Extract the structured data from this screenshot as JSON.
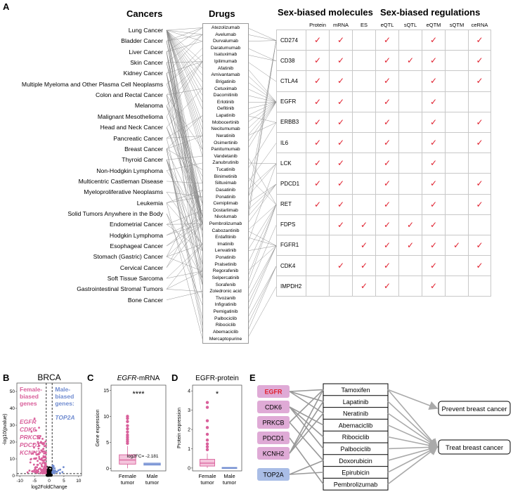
{
  "panelA": {
    "label": "A",
    "cancers_title": "Cancers",
    "drugs_title": "Drugs",
    "sex_biased_molecules_title": "Sex-biased molecules",
    "sex_biased_regulations_title": "Sex-biased regulations",
    "cancers": [
      "Lung Cancer",
      "Bladder Cancer",
      "Liver Cancer",
      "Skin Cancer",
      "Kidney Cancer",
      "Multiple Myeloma and Other Plasma Cell Neoplasms",
      "Colon and Rectal Cancer",
      "Melanoma",
      "Malignant Mesothelioma",
      "Head and Neck Cancer",
      "Pancreatic Cancer",
      "Breast Cancer",
      "Thyroid Cancer",
      "Non-Hodgkin Lymphoma",
      "Multicentric Castleman Disease",
      "Myeloproliferative Neoplasms",
      "Leukemia",
      "Solid Tumors Anywhere in the Body",
      "Endometrial Cancer",
      "Hodgkin Lymphoma",
      "Esophageal Cancer",
      "Stomach (Gastric) Cancer",
      "Cervical Cancer",
      "Soft Tissue Sarcoma",
      "Gastrointestinal Stromal Tumors",
      "Bone Cancer"
    ],
    "drugs": [
      "Atezolizumab",
      "Avelumab",
      "Durvalumab",
      "Daratumumab",
      "Isatuximab",
      "Ipilimumab",
      "Afatinib",
      "Amivantamab",
      "Brigatinib",
      "Cetuximab",
      "Dacomitinib",
      "Erlotinib",
      "Gefitinib",
      "Lapatinib",
      "Mobocertinib",
      "Necitumumab",
      "Neratinib",
      "Osimertinib",
      "Panitumumab",
      "Vandetanib",
      "Zanubrutinib",
      "Tucatinib",
      "Binimetinib",
      "Siltuximab",
      "Dasatinib",
      "Ponatinib",
      "Cemiplimab",
      "Dostarlimab",
      "Nivolumab",
      "Pembrolizumab",
      "Cabozantinib",
      "Erdafitinib",
      "Imatinib",
      "Lenvatinib",
      "Ponatinib",
      "Pralsetinib",
      "Regorafenib",
      "Selpercatinib",
      "Sorafenib",
      "Zoledronic acid",
      "Tivozanib",
      "Infigratinib",
      "Pemigatinib",
      "Palbociclib",
      "Ribociclib",
      "Abemaciclib",
      "Mercaptopurine"
    ],
    "columns": [
      "Protein",
      "mRNA",
      "ES",
      "eQTL",
      "sQTL",
      "eQTM",
      "sQTM",
      "ceRNA"
    ],
    "check_glyph": "✓",
    "rows": [
      {
        "name": "CD274",
        "checks": [
          1,
          1,
          0,
          1,
          0,
          1,
          0,
          1
        ]
      },
      {
        "name": "CD38",
        "checks": [
          1,
          1,
          0,
          1,
          1,
          1,
          0,
          1
        ]
      },
      {
        "name": "CTLA4",
        "checks": [
          1,
          1,
          0,
          1,
          0,
          1,
          0,
          1
        ]
      },
      {
        "name": "EGFR",
        "checks": [
          1,
          1,
          0,
          1,
          0,
          1,
          0,
          0
        ]
      },
      {
        "name": "ERBB3",
        "checks": [
          1,
          1,
          0,
          1,
          0,
          1,
          0,
          1
        ]
      },
      {
        "name": "IL6",
        "checks": [
          1,
          1,
          0,
          1,
          0,
          1,
          0,
          1
        ]
      },
      {
        "name": "LCK",
        "checks": [
          1,
          1,
          0,
          1,
          0,
          1,
          0,
          0
        ]
      },
      {
        "name": "PDCD1",
        "checks": [
          1,
          1,
          0,
          1,
          0,
          1,
          0,
          1
        ]
      },
      {
        "name": "RET",
        "checks": [
          1,
          1,
          0,
          1,
          0,
          1,
          0,
          1
        ]
      },
      {
        "name": "FDPS",
        "checks": [
          0,
          1,
          1,
          1,
          1,
          1,
          0,
          0
        ]
      },
      {
        "name": "FGFR1",
        "checks": [
          0,
          0,
          1,
          1,
          1,
          1,
          1,
          1
        ]
      },
      {
        "name": "CDK4",
        "checks": [
          0,
          1,
          1,
          1,
          0,
          1,
          0,
          1
        ]
      },
      {
        "name": "IMPDH2",
        "checks": [
          0,
          0,
          1,
          1,
          0,
          1,
          0,
          0
        ]
      }
    ]
  },
  "panelB": {
    "label": "B",
    "title": "BRCA",
    "female_label": "Female-\nbiased\ngenes",
    "male_label": "Male-\nbiased\ngenes:",
    "female_genes": [
      "EGFR",
      "CDK6",
      "PRKCB",
      "PDCD1",
      "KCNH2"
    ],
    "male_genes": [
      "TOP2A"
    ],
    "xlabel": "log2FoldChange",
    "ylabel": "-log10(pvalue)",
    "xticks": [
      "-10",
      "-5",
      "0",
      "5",
      "10"
    ],
    "yticks": [
      "0",
      "10",
      "20",
      "30",
      "40",
      "50"
    ],
    "female_color": "#d9609b",
    "male_color": "#6f8bd0"
  },
  "panelC": {
    "label": "C",
    "title_gene": "EGFR",
    "title_suffix": "-mRNA",
    "ylabel": "Gene expression",
    "yticks": [
      "0",
      "5",
      "10",
      "15"
    ],
    "significance": "****",
    "annotation": "log2FC= -2.181",
    "categories": [
      "Female\ntumor",
      "Male\ntumor"
    ]
  },
  "panelD": {
    "label": "D",
    "title": "EGFR-protein",
    "ylabel": "Protein expression",
    "yticks": [
      "0",
      "1",
      "2",
      "3",
      "4"
    ],
    "significance": "*",
    "categories": [
      "Female\ntumor",
      "Male\ntumor"
    ]
  },
  "panelE": {
    "label": "E",
    "genes": [
      "EGFR",
      "CDK6",
      "PRKCB",
      "PDCD1",
      "KCNH2",
      "TOP2A"
    ],
    "drugs": [
      "Tamoxifen",
      "Lapatinib",
      "Neratinib",
      "Abemaciclib",
      "Ribociclib",
      "Palbociclib",
      "Doxorubicin",
      "Epirubicin",
      "Pembrolizumab"
    ],
    "outcome_prevent": "Prevent  breast cancer",
    "outcome_treat": "Treat breast cancer",
    "female_color": "#dfaad6",
    "male_color": "#a9bde6",
    "highlight_color": "#e0202e"
  }
}
